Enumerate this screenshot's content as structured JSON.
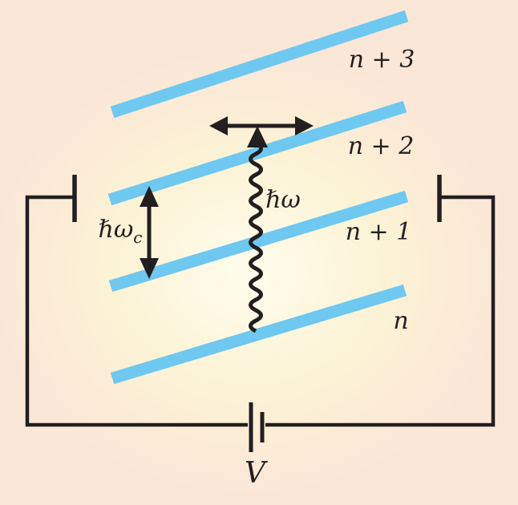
{
  "figure": {
    "colors": {
      "level_blue": "#6ec8f0",
      "ink": "#231f20",
      "bg_center": "#fffdee",
      "bg_mid": "#fcf3d5",
      "bg_edge": "#fbe7d8"
    },
    "landau_levels": {
      "labels": [
        {
          "text": "n + 3"
        },
        {
          "text": "n + 2"
        },
        {
          "text": "n + 1"
        },
        {
          "text": "n"
        }
      ]
    },
    "photon": {
      "label": "ℏω"
    },
    "cyclotron": {
      "label_main": "ℏω",
      "label_sub": "c"
    },
    "voltage": {
      "label": "V"
    }
  }
}
